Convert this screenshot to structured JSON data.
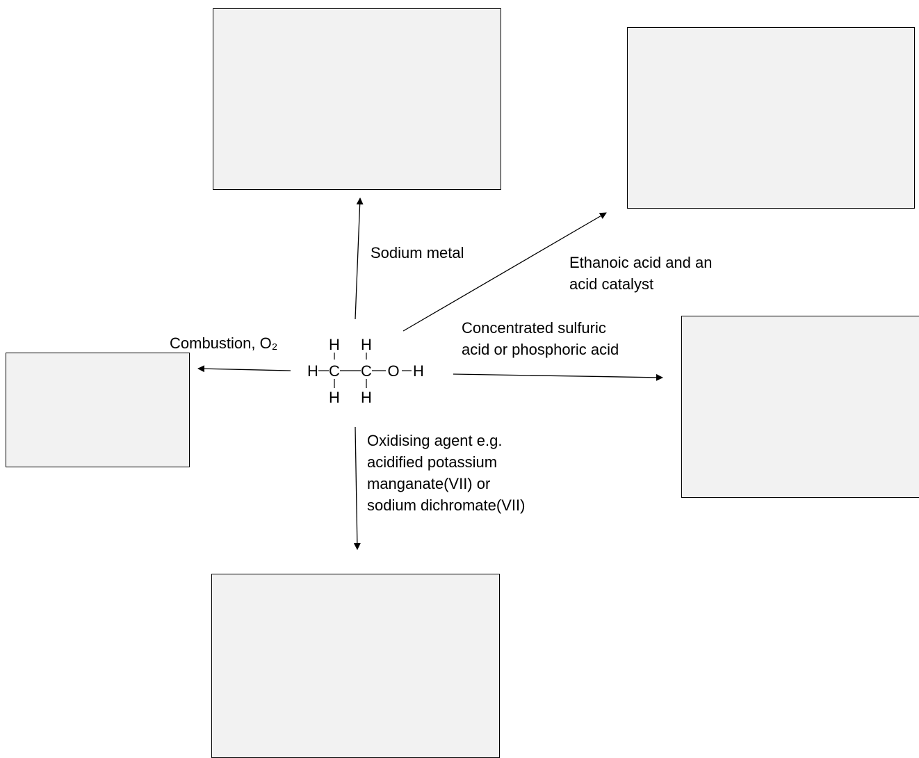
{
  "reagents": {
    "sodium": [
      "Sodium metal"
    ],
    "ethanoic": [
      "Ethanoic acid and an",
      "acid catalyst"
    ],
    "sulfuric": [
      "Concentrated sulfuric",
      "acid or phosphoric acid"
    ],
    "combustion": [
      "Combustion, O₂"
    ],
    "oxidising": [
      "Oxidising agent e.g.",
      "acidified potassium",
      "manganate(VII) or",
      "sodium dichromate(VII)"
    ]
  },
  "molecule": {
    "top_left_h": "H",
    "top_right_h": "H",
    "left_h": "H",
    "carbon_1": "C",
    "carbon_2": "C",
    "oxygen": "O",
    "right_h": "H",
    "bottom_left_h": "H",
    "bottom_right_h": "H"
  }
}
